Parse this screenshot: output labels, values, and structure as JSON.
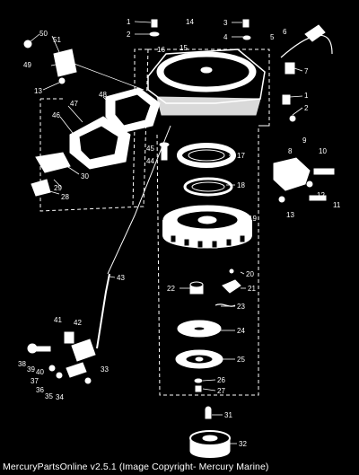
{
  "part_labels": [
    "1",
    "2",
    "3",
    "4",
    "5",
    "6",
    "7",
    "8",
    "9",
    "10",
    "11",
    "12",
    "13",
    "14",
    "15",
    "16",
    "17",
    "18",
    "19",
    "20",
    "21",
    "22",
    "23",
    "24",
    "25",
    "26",
    "27",
    "28",
    "29",
    "30",
    "31",
    "32",
    "33",
    "34",
    "35",
    "36",
    "37",
    "38",
    "39",
    "40",
    "41",
    "42",
    "43",
    "44",
    "45",
    "46",
    "47",
    "48",
    "49",
    "50",
    "51"
  ],
  "footer_text": "MercuryPartsOnline v2.5.1 (Image Copyright- Mercury Marine)"
}
